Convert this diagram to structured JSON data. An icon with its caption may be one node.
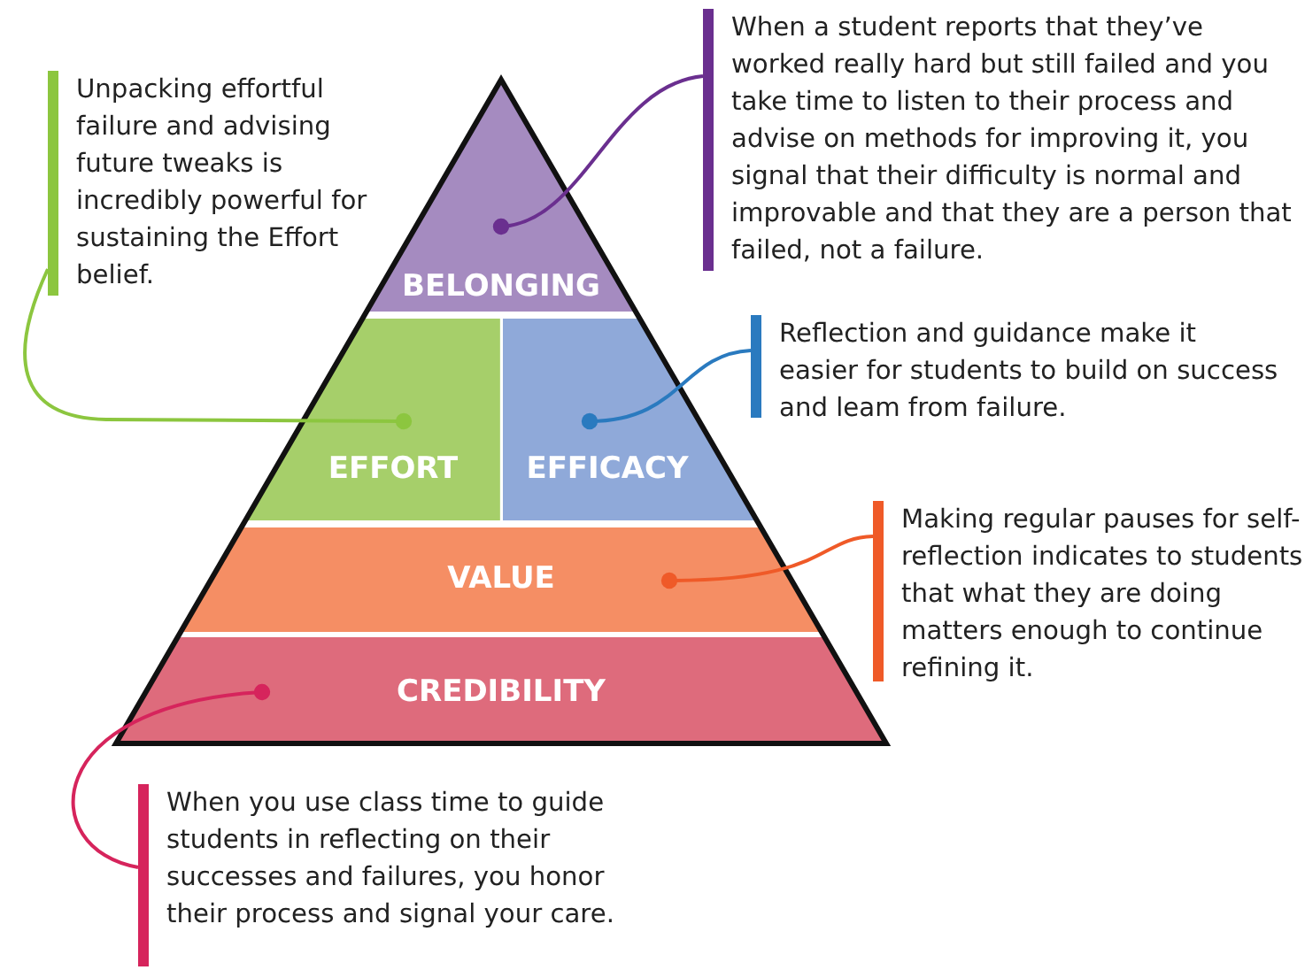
{
  "diagram": {
    "nodes": [
      {
        "text": [
          "BELONGING"
        ]
      },
      {
        "text": [
          "EFFORT"
        ]
      },
      {
        "text": [
          "EFFICACY"
        ]
      },
      {
        "text": [
          "VALUE"
        ]
      },
      {
        "text": [
          "CREDIBILITY"
        ]
      },
      {
        "text": [
          "Unpacking effortful failure and advising future tweaks is incredibly powerful for sustaining the Effort belief."
        ]
      },
      {
        "text": [
          "When a student reports that they’ve worked really hard but still failed and you take time to listen to their process and advise on methods for improving it, you signal that their difficulty is normal and improvable and that they are a person that failed, not a failure."
        ]
      },
      {
        "text": [
          "Reflection and guidance make it easier for students to build on success and leam from failure."
        ]
      },
      {
        "text": [
          "Making regular pauses for self-reflection indicates to students that what they are doing matters enough to continue refining it."
        ]
      },
      {
        "text": [
          "When you use class time to guide students in reflecting on their successes and failures, you honor their process and signal your care."
        ]
      }
    ],
    "edges": [
      {
        "from": 5,
        "to": 1,
        "arrow": "other",
        "color": "#8cc63f"
      },
      {
        "from": 6,
        "to": 0,
        "arrow": "other",
        "color": "#6a2f8f"
      },
      {
        "from": 7,
        "to": 2,
        "arrow": "other",
        "color": "#2a7abf"
      },
      {
        "from": 8,
        "to": 3,
        "arrow": "other",
        "color": "#ef5a28"
      },
      {
        "from": 9,
        "to": 4,
        "arrow": "other",
        "color": "#d6245c"
      }
    ]
  }
}
